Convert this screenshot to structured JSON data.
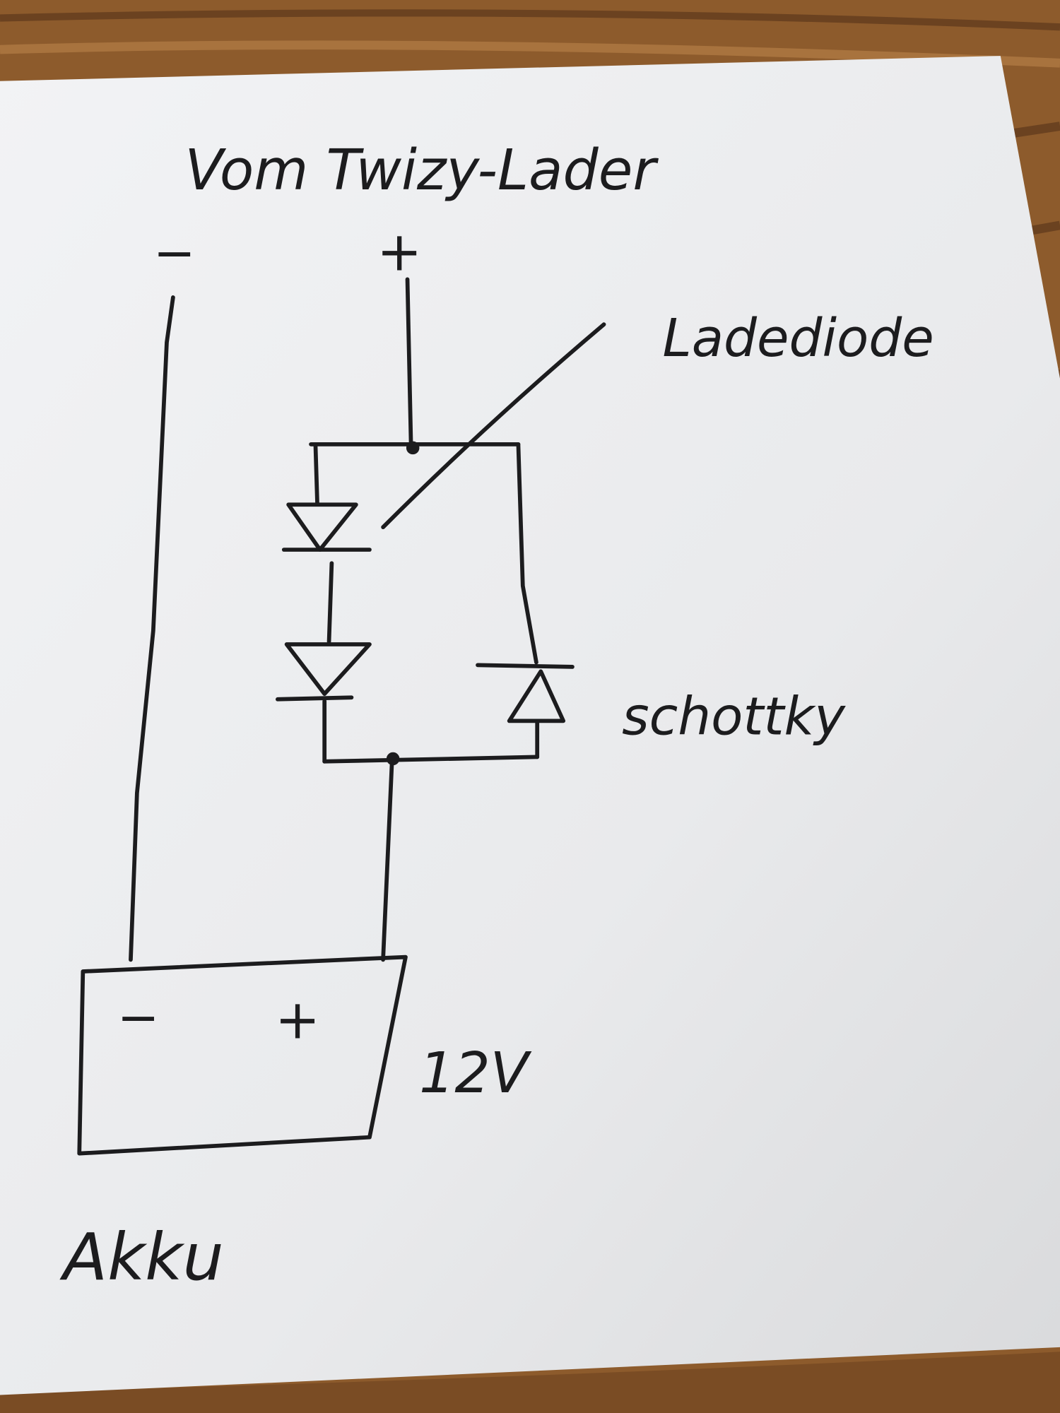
{
  "diagram": {
    "title": "Vom Twizy-Lader",
    "input_minus": "−",
    "input_plus": "+",
    "charge_diode_label": "Ladediode",
    "schottky_label": "schottky",
    "battery_minus": "−",
    "battery_plus": "+",
    "battery_voltage": "12V",
    "battery_label": "Akku"
  },
  "colors": {
    "ink": "#1c1c1e",
    "paper": "#eceef0",
    "wood": "#8a5a2e"
  }
}
